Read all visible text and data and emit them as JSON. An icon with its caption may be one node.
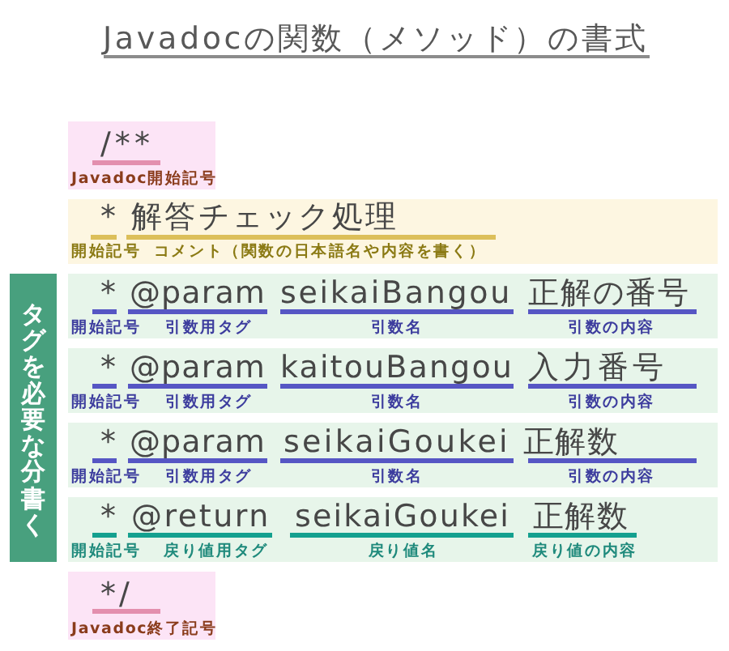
{
  "diagram": {
    "title": "Javadocの関数（メソッド）の書式",
    "nodes": [
      {
        "text": [
          "/**",
          "Javadoc開始記号"
        ]
      },
      {
        "text": [
          "*",
          "解答チェック処理",
          "開始記号",
          "コメント（関数の日本語名や内容を書く）"
        ]
      },
      {
        "text": [
          "タグを必要な分書く"
        ]
      },
      {
        "text": [
          "*",
          "@param",
          "seikaiBangou",
          "正解の番号",
          "開始記号",
          "引数用タグ",
          "引数名",
          "引数の内容"
        ]
      },
      {
        "text": [
          "*",
          "@param",
          "kaitouBangou",
          "入力番号",
          "開始記号",
          "引数用タグ",
          "引数名",
          "引数の内容"
        ]
      },
      {
        "text": [
          "*",
          "@param",
          "seikaiGoukei",
          "正解数",
          "開始記号",
          "引数用タグ",
          "引数名",
          "引数の内容"
        ]
      },
      {
        "text": [
          "*",
          "@return",
          "seikaiGoukei",
          "正解数",
          "開始記号",
          "戻り値用タグ",
          "戻り値名",
          "戻り値の内容"
        ]
      },
      {
        "text": [
          "*/",
          "Javadoc終了記号"
        ]
      }
    ]
  }
}
